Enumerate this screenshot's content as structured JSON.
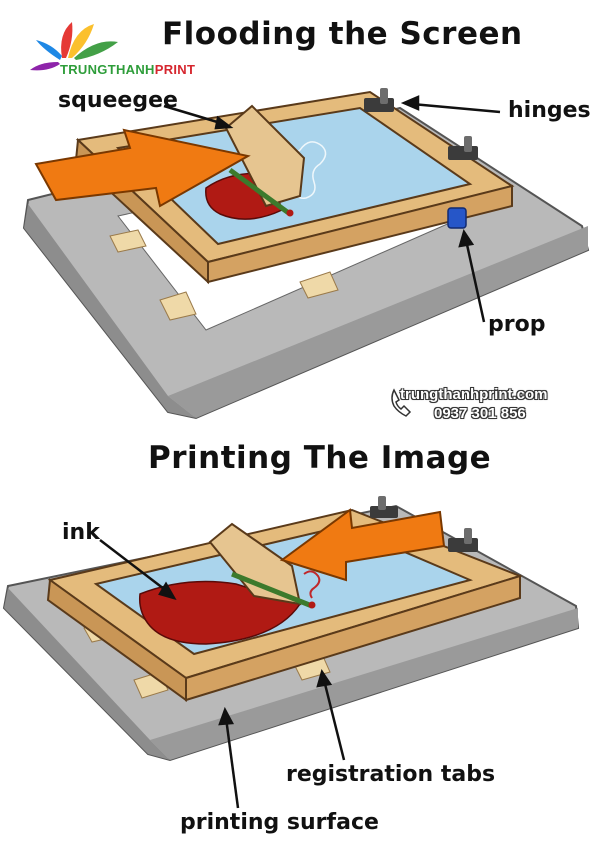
{
  "brand": {
    "part1": "TRUNGTHANH",
    "part2": "PRINT"
  },
  "contact": {
    "website": "trungthanhprint.com",
    "phone": "0937 301 856"
  },
  "panel1": {
    "title": "Flooding the Screen",
    "labels": {
      "squeegee": "squeegee",
      "hinges": "hinges",
      "prop": "prop"
    }
  },
  "panel2": {
    "title": "Printing The Image",
    "labels": {
      "ink": "ink",
      "registration_tabs": "registration tabs",
      "printing_surface": "printing surface"
    }
  },
  "colors": {
    "wood": "#e2b87a",
    "wood_dark": "#b88448",
    "screen": "#a9d3ea",
    "base": "#b7b7b7",
    "ink": "#b01a14",
    "arrow": "#f07a12",
    "paper": "#ffffff",
    "prop": "#2656c8"
  }
}
